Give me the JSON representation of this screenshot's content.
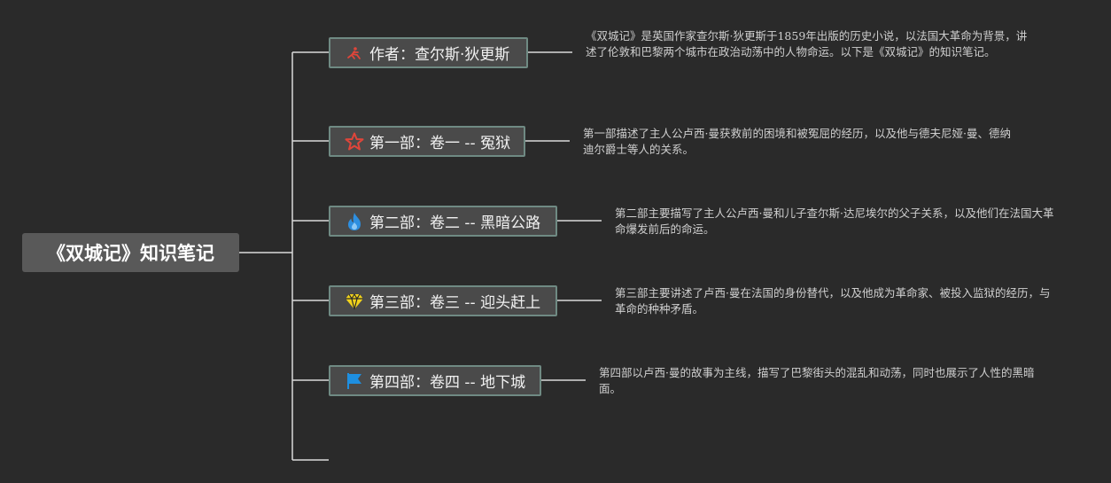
{
  "root": {
    "label": "《双城记》知识笔记"
  },
  "branches": [
    {
      "label": "作者：查尔斯·狄更斯",
      "icon": "person-red-icon",
      "color": "#e0453a",
      "note": "《双城记》是英国作家查尔斯·狄更斯于1859年出版的历史小说，以法国大革命为背景，讲述了伦敦和巴黎两个城市在政治动荡中的人物命运。以下是《双城记》的知识笔记。"
    },
    {
      "label": "第一部：卷一 -- 冤狱",
      "icon": "star-outline-icon",
      "color": "#e0453a",
      "note": "第一部描述了主人公卢西·曼获救前的困境和被冤屈的经历，以及他与德夫尼娅·曼、德纳迪尔爵士等人的关系。"
    },
    {
      "label": "第二部：卷二 -- 黑暗公路",
      "icon": "flame-icon",
      "color": "#2d8fe0",
      "note": "第二部主要描写了主人公卢西·曼和儿子查尔斯·达尼埃尔的父子关系，以及他们在法国大革命爆发前后的命运。"
    },
    {
      "label": "第三部：卷三 -- 迎头赶上",
      "icon": "diamond-icon",
      "color": "#f2d31b",
      "note": "第三部主要讲述了卢西·曼在法国的身份替代，以及他成为革命家、被投入监狱的经历，与革命的种种矛盾。"
    },
    {
      "label": "第四部：卷四 -- 地下城",
      "icon": "flag-icon",
      "color": "#1e8fe0",
      "note": "第四部以卢西·曼的故事为主线，描写了巴黎街头的混乱和动荡，同时也展示了人性的黑暗面。"
    }
  ]
}
